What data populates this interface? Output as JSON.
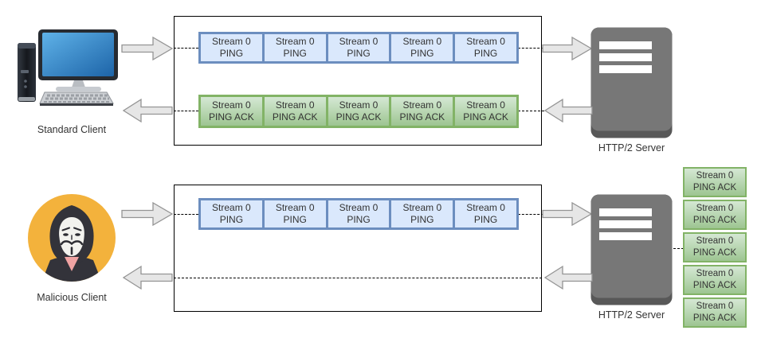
{
  "top": {
    "client_label": "Standard Client",
    "server_label": "HTTP/2 Server",
    "client_icon": "desktop-computer-icon",
    "server_icon": "server-icon",
    "ping_cells": [
      {
        "line1": "Stream 0",
        "line2": "PING"
      },
      {
        "line1": "Stream 0",
        "line2": "PING"
      },
      {
        "line1": "Stream 0",
        "line2": "PING"
      },
      {
        "line1": "Stream 0",
        "line2": "PING"
      },
      {
        "line1": "Stream 0",
        "line2": "PING"
      }
    ],
    "ack_cells": [
      {
        "line1": "Stream 0",
        "line2": "PING ACK"
      },
      {
        "line1": "Stream 0",
        "line2": "PING ACK"
      },
      {
        "line1": "Stream 0",
        "line2": "PING ACK"
      },
      {
        "line1": "Stream 0",
        "line2": "PING ACK"
      },
      {
        "line1": "Stream 0",
        "line2": "PING ACK"
      }
    ]
  },
  "bottom": {
    "client_label": "Malicious Client",
    "server_label": "HTTP/2 Server",
    "client_icon": "anonymous-hacker-icon",
    "server_icon": "server-icon",
    "ping_cells": [
      {
        "line1": "Stream 0",
        "line2": "PING"
      },
      {
        "line1": "Stream 0",
        "line2": "PING"
      },
      {
        "line1": "Stream 0",
        "line2": "PING"
      },
      {
        "line1": "Stream 0",
        "line2": "PING"
      },
      {
        "line1": "Stream 0",
        "line2": "PING"
      }
    ],
    "ack_stack": [
      {
        "line1": "Stream 0",
        "line2": "PING ACK"
      },
      {
        "line1": "Stream 0",
        "line2": "PING ACK"
      },
      {
        "line1": "Stream 0",
        "line2": "PING ACK"
      },
      {
        "line1": "Stream 0",
        "line2": "PING ACK"
      },
      {
        "line1": "Stream 0",
        "line2": "PING ACK"
      }
    ]
  },
  "colors": {
    "ping_fill": "#dae8fc",
    "ping_border": "#6c8ebf",
    "ack_border": "#82b366",
    "ack_grad_top": "#d5e8d4",
    "ack_grad_bottom": "#9dc591",
    "server_body": "#777777",
    "server_base": "#585858",
    "client_circle": "#f3b23c",
    "arrow_fill": "#e6e6e6",
    "arrow_stroke": "#949494"
  }
}
